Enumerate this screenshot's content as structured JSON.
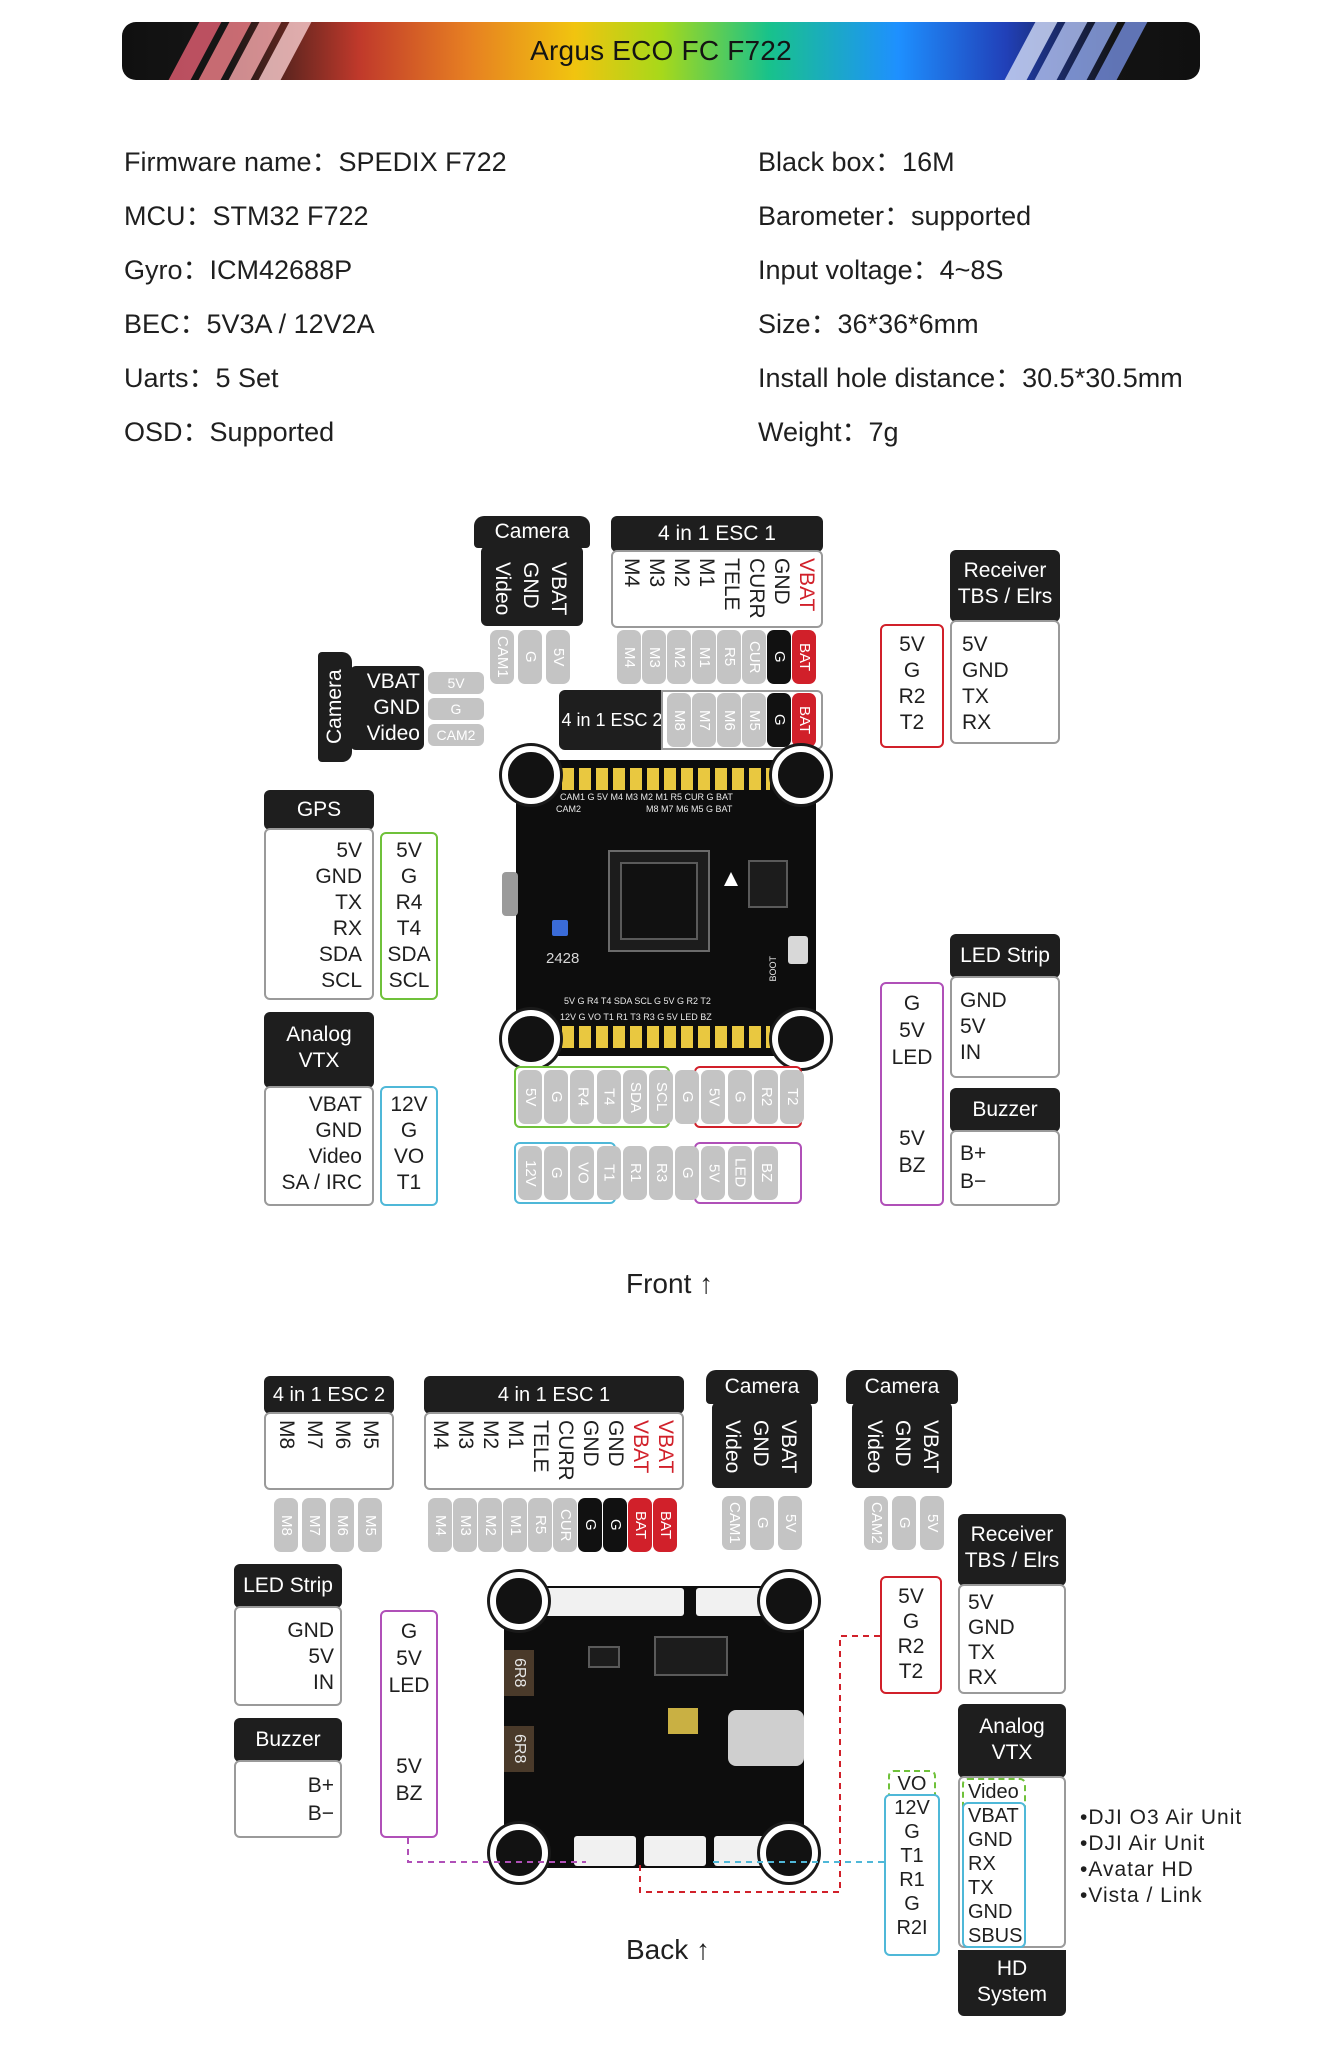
{
  "banner": {
    "title": "Argus ECO FC F722"
  },
  "specs_left": [
    "Firmware name：SPEDIX F722",
    "MCU：STM32 F722",
    "Gyro：ICM42688P",
    "BEC：5V3A / 12V2A",
    "Uarts：5 Set",
    "OSD：Supported"
  ],
  "specs_right": [
    "Black box：16M",
    "Barometer：supported",
    "Input voltage：4~8S",
    "Size：36*36*6mm",
    "Install hole distance：30.5*30.5mm",
    "Weight：7g"
  ],
  "front": {
    "caption": "Front ↑",
    "camera_top": {
      "title": "Camera",
      "labels": [
        "Video",
        "GND",
        "VBAT"
      ],
      "pins": [
        "CAM1",
        "G",
        "5V"
      ]
    },
    "esc1": {
      "title": "4 in 1 ESC 1",
      "labels": [
        "M4",
        "M3",
        "M2",
        "M1",
        "TELE",
        "CURR",
        "GND",
        "VBAT"
      ],
      "pins": [
        "M4",
        "M3",
        "M2",
        "M1",
        "R5",
        "CUR",
        "G",
        "BAT"
      ]
    },
    "esc2": {
      "title": "4 in 1 ESC 2",
      "pins": [
        "M8",
        "M7",
        "M6",
        "M5",
        "G",
        "BAT"
      ]
    },
    "camera_side": {
      "title": "Camera",
      "labels": [
        "VBAT",
        "GND",
        "Video"
      ],
      "pins": [
        "5V",
        "G",
        "CAM2"
      ]
    },
    "receiver": {
      "title": "Receiver\nTBS / Elrs",
      "pins": "5V\nG\nR2\nT2",
      "labels": "5V\nGND\nTX\nRX"
    },
    "gps": {
      "title": "GPS",
      "labels": "5V\nGND\nTX\nRX\nSDA\nSCL",
      "pins": "5V\nG\nR4\nT4\nSDA\nSCL"
    },
    "analog_vtx": {
      "title": "Analog\nVTX",
      "labels": "VBAT\nGND\nVideo\nSA / IRC",
      "pins": "12V\nG\nVO\nT1"
    },
    "led_strip": {
      "title": "LED Strip",
      "labels": "GND\n5V\nIN"
    },
    "buzzer": {
      "title": "Buzzer",
      "labels": "B+\nB−"
    },
    "led_buzzer_pins": "G\n5V\nLED\n\n\n5V\nBZ",
    "bottom_pins_row1": [
      "5V",
      "G",
      "R4",
      "T4",
      "SDA",
      "SCL",
      "G",
      "5V",
      "G",
      "R2",
      "T2"
    ],
    "bottom_pins_row2": [
      "12V",
      "G",
      "VO",
      "T1",
      "R1",
      "R3",
      "G",
      "5V",
      "LED",
      "BZ"
    ],
    "board_silk_top": "CAM1 G 5V M4 M3 M2 M1 R5 CUR G BAT",
    "board_silk_top2": "M8 M7 M6 M5 G BAT",
    "board_silk_bottom": "5V G R4 T4 SDA SCL G 5V G R2 T2",
    "board_silk_bottom2": "12V G VO T1 R1 T3 R3 G 5V LED BZ",
    "board_boot": "BOOT",
    "board_cam2": "CAM2",
    "board_num": "2428"
  },
  "back": {
    "caption": "Back ↑",
    "esc2": {
      "title": "4 in 1 ESC 2",
      "labels": [
        "M8",
        "M7",
        "M6",
        "M5"
      ],
      "pins": [
        "M8",
        "M7",
        "M6",
        "M5"
      ]
    },
    "esc1": {
      "title": "4 in 1 ESC 1",
      "labels": [
        "M4",
        "M3",
        "M2",
        "M1",
        "TELE",
        "CURR",
        "GND",
        "GND",
        "VBAT",
        "VBAT"
      ],
      "pins": [
        "M4",
        "M3",
        "M2",
        "M1",
        "R5",
        "CUR",
        "G",
        "G",
        "BAT",
        "BAT"
      ]
    },
    "camera1": {
      "title": "Camera",
      "labels": [
        "Video",
        "GND",
        "VBAT"
      ],
      "pins": [
        "CAM1",
        "G",
        "5V"
      ]
    },
    "camera2": {
      "title": "Camera",
      "labels": [
        "Video",
        "GND",
        "VBAT"
      ],
      "pins": [
        "CAM2",
        "G",
        "5V"
      ]
    },
    "receiver": {
      "title": "Receiver\nTBS / Elrs",
      "pins": "5V\nG\nR2\nT2",
      "labels": "5V\nGND\nTX\nRX"
    },
    "led_strip": {
      "title": "LED Strip",
      "labels": "GND\n5V\nIN"
    },
    "buzzer": {
      "title": "Buzzer",
      "labels": "B+\nB−"
    },
    "led_buzzer_pins": "G\n5V\nLED\n\n\n5V\nBZ",
    "analog_vtx": {
      "title": "Analog\nVTX",
      "labels": "Video\nVBAT\nGND\nRX\nTX\nGND\nSBUS"
    },
    "hd_pins": "VO\n12V\nG\nT1\nR1\nG\nR2I",
    "hd_system": {
      "title": "HD\nSystem"
    },
    "hd_list": [
      "•DJI O3 Air Unit",
      "•DJI Air Unit",
      "•Avatar HD",
      "•Vista / Link"
    ],
    "inductor1": "6R8",
    "inductor2": "6R8"
  },
  "colors": {
    "red": "#d1202a",
    "green": "#6fc13a",
    "cyan": "#4fb8d8",
    "purple": "#b050b8",
    "gray": "#9a9a9a",
    "pad_gold": "#e9c840"
  }
}
